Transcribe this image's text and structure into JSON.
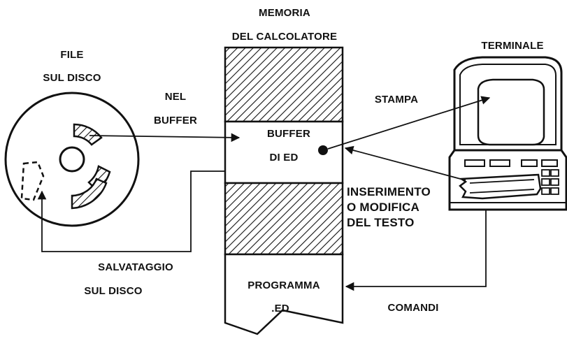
{
  "memory": {
    "title_line1": "MEMORIA",
    "title_line2": "DEL CALCOLATORE"
  },
  "disk": {
    "label_line1": "FILE",
    "label_line2": "SUL DISCO"
  },
  "terminal": {
    "label": "TERMINALE"
  },
  "buffer": {
    "label_line1": "BUFFER",
    "label_line2": "DI ED"
  },
  "program": {
    "label_line1": "PROGRAMMA",
    "label_line2": ".ED"
  },
  "arrows": {
    "to_buffer_line1": "NEL",
    "to_buffer_line2": "BUFFER",
    "print": "STAMPA",
    "edit_line1": "INSERIMENTO",
    "edit_line2": "O MODIFICA",
    "edit_line3": "DEL TESTO",
    "save_line1": "SALVATAGGIO",
    "save_line2": "SUL DISCO",
    "commands": "COMANDI"
  }
}
